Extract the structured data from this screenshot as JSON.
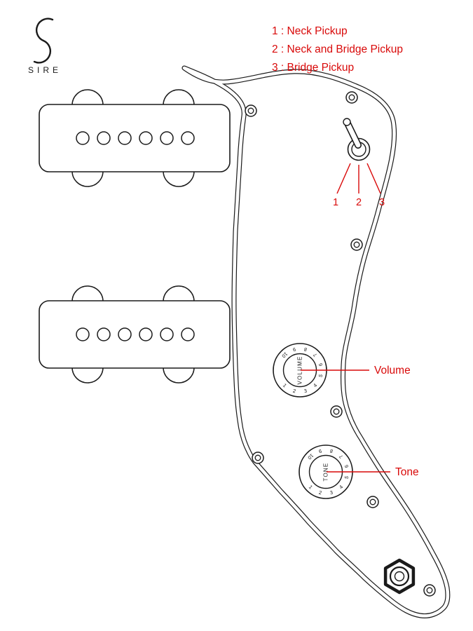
{
  "colors": {
    "accent": "#d90909",
    "ink": "#1a1a1a",
    "background": "#ffffff"
  },
  "logo": {
    "brand": "SIRE"
  },
  "legend": {
    "items": [
      "1 : Neck Pickup",
      "2 : Neck and Bridge Pickup",
      "3 : Bridge Pickup"
    ]
  },
  "selector": {
    "position_labels": [
      "1",
      "2",
      "3"
    ]
  },
  "knobs": {
    "scale_numbers": [
      "1",
      "2",
      "3",
      "4",
      "5",
      "6",
      "7",
      "8",
      "9",
      "10"
    ],
    "volume": {
      "dial_label": "VOLUME",
      "callout_label": "Volume"
    },
    "tone": {
      "dial_label": "TONE",
      "callout_label": "Tone"
    }
  },
  "pickups": {
    "count": 2,
    "pole_pieces_per_pickup": 6
  }
}
